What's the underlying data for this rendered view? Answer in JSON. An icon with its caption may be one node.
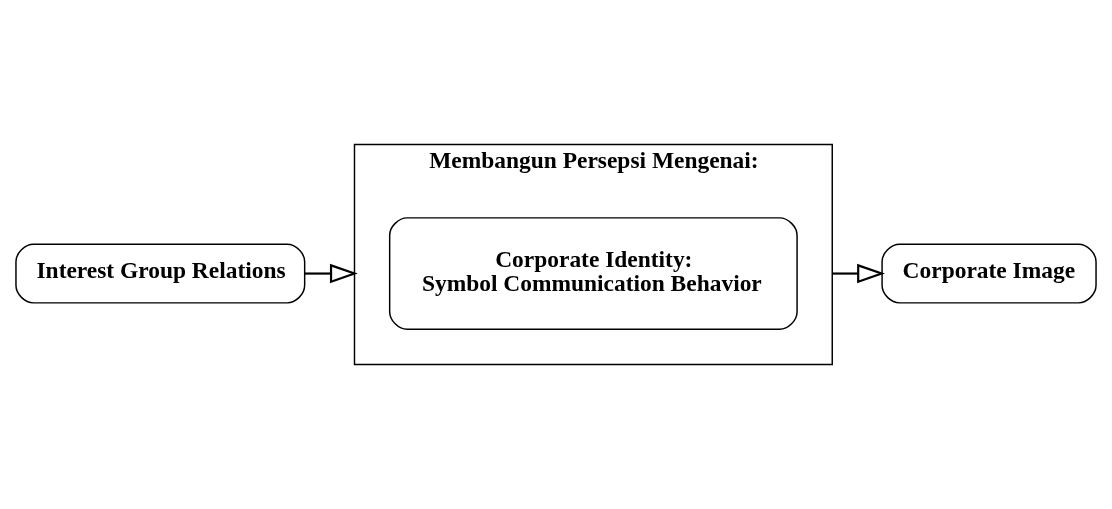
{
  "diagram": {
    "nodes": [
      {
        "text": [
          "Interest Group Relations"
        ]
      },
      {
        "text": [
          "Membangun Persepsi Mengenai:"
        ]
      },
      {
        "text": [
          "Corporate Identity:",
          "Symbol Communication Behavior"
        ],
        "in": 1
      },
      {
        "text": [
          "Corporate Image"
        ]
      }
    ],
    "edges": [
      {
        "from": 0,
        "to": 1,
        "arrow": "to"
      },
      {
        "from": 1,
        "to": 3,
        "arrow": "to"
      }
    ]
  }
}
